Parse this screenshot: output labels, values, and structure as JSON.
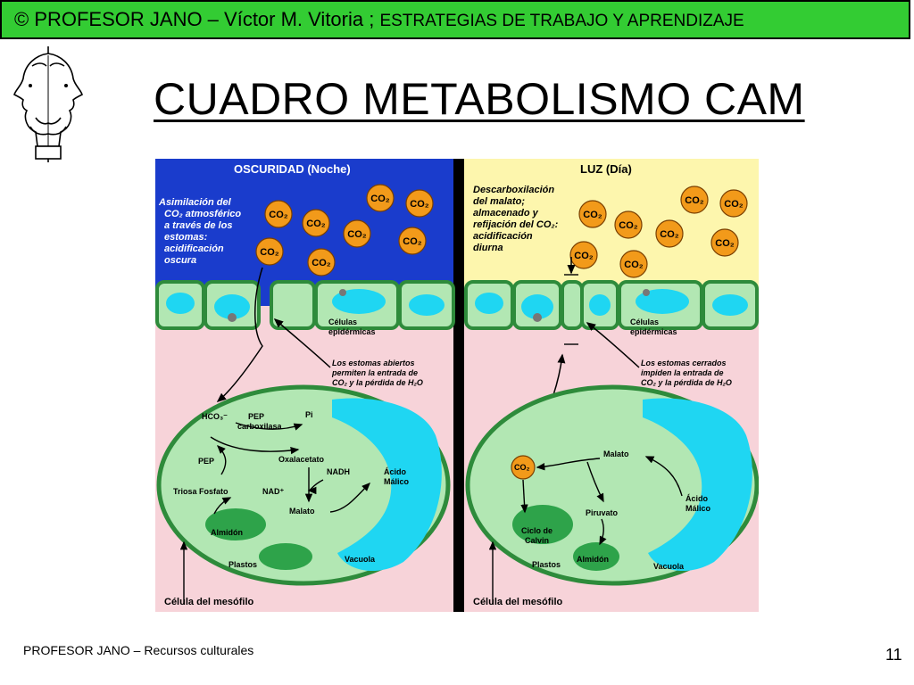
{
  "header": {
    "main": "© PROFESOR JANO – Víctor M. Vitoria ; ",
    "sub": "ESTRATEGIAS DE TRABAJO Y APRENDIZAJE"
  },
  "title": "CUADRO METABOLISMO CAM",
  "diagram": {
    "night": {
      "heading": "OSCURIDAD (Noche)",
      "desc": [
        "Asimilación del",
        "CO₂ atmosférico",
        "a través de los",
        "estomas:",
        "acidificación",
        "oscura"
      ],
      "cells_label": [
        "Células",
        "epidérmicas"
      ],
      "stoma_note": [
        "Los estomas abiertos",
        "permiten la entrada de",
        "CO₂ y la pérdida de H₂O"
      ],
      "hco3": "HCO₃⁻",
      "pep_carboxilasa": [
        "PEP",
        "carboxilasa"
      ],
      "pi": "Pi",
      "pep": "PEP",
      "oxalacetato": "Oxalacetato",
      "nadh": "NADH",
      "nad": "NAD⁺",
      "acido_malico": [
        "Ácido",
        "Málico"
      ],
      "triosa": "Triosa Fosfato",
      "malato": "Malato",
      "almidon": "Almidón",
      "plastos": "Plastos",
      "vacuola": "Vacuola",
      "cell_label": "Célula del mesófilo"
    },
    "day": {
      "heading": "LUZ (Día)",
      "desc": [
        "Descarboxilación",
        "del malato;",
        "almacenado y",
        "refijación del CO₂:",
        "acidificación",
        "diurna"
      ],
      "cells_label": [
        "Células",
        "epidérmicas"
      ],
      "stoma_note": [
        "Los estomas cerrados",
        "impiden la entrada de",
        "CO₂ y la pérdida de H₂O"
      ],
      "co2_small": "CO₂",
      "malato": "Malato",
      "piruvato": "Piruvato",
      "acido_malico": [
        "Ácido",
        "Málico"
      ],
      "ciclo": [
        "Ciclo de",
        "Calvin"
      ],
      "almidon": "Almidón",
      "plastos": "Plastos",
      "vacuola": "Vacuola",
      "cell_label": "Célula del mesófilo"
    },
    "co2_label": "CO₂",
    "colors": {
      "night_sky": "#1a3ccc",
      "day_sky": "#fdf6ad",
      "mesophyll_bg": "#f7d3d9",
      "cell_green": "#b2e7b3",
      "cell_border": "#2e8b3b",
      "vacuole": "#1fd6f2",
      "co2_ball": "#f29a1a",
      "divider": "#000000"
    }
  },
  "footer": {
    "left": "PROFESOR JANO – Recursos culturales",
    "page": "11"
  }
}
